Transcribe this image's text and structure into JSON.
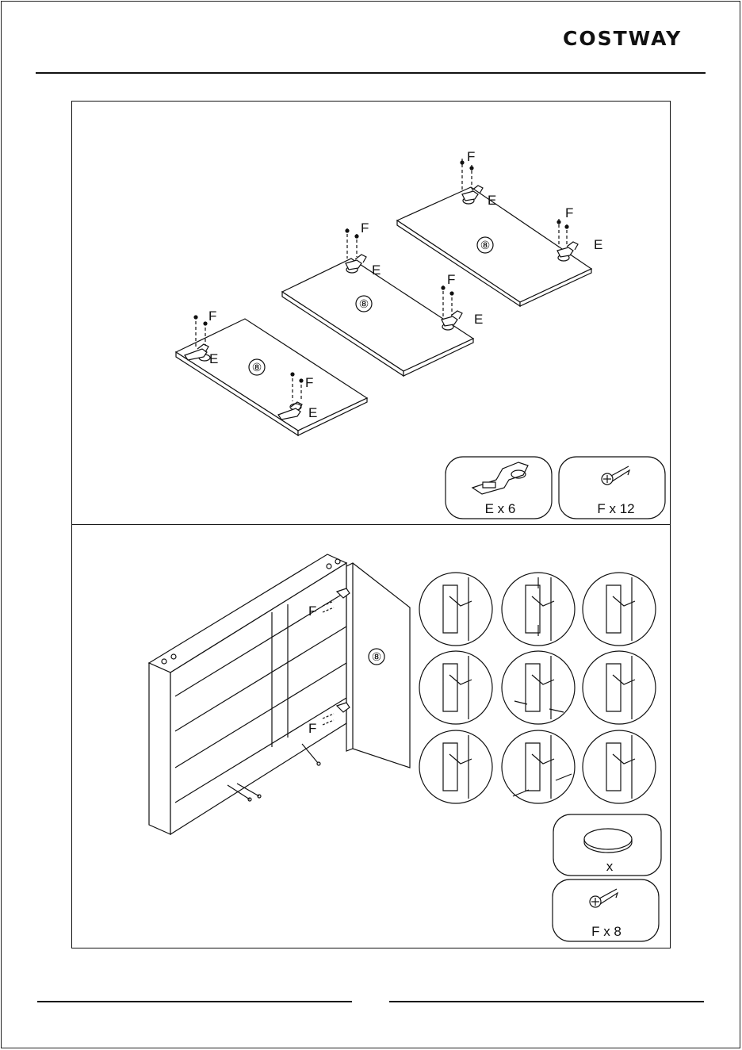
{
  "header": {
    "brand": "COSTWAY"
  },
  "step1": {
    "panel_number": "⑧",
    "hinge_letter": "E",
    "screw_letter": "F",
    "parts": [
      {
        "icon": "hinge-icon",
        "label": "E x 6"
      },
      {
        "icon": "screw-icon",
        "label": "F x 12"
      }
    ]
  },
  "step2": {
    "panel_number": "⑧",
    "screw_letter": "F",
    "parts": [
      {
        "icon": "disc-icon",
        "label": "x"
      },
      {
        "icon": "screw-icon",
        "label": "F x 8"
      }
    ]
  }
}
